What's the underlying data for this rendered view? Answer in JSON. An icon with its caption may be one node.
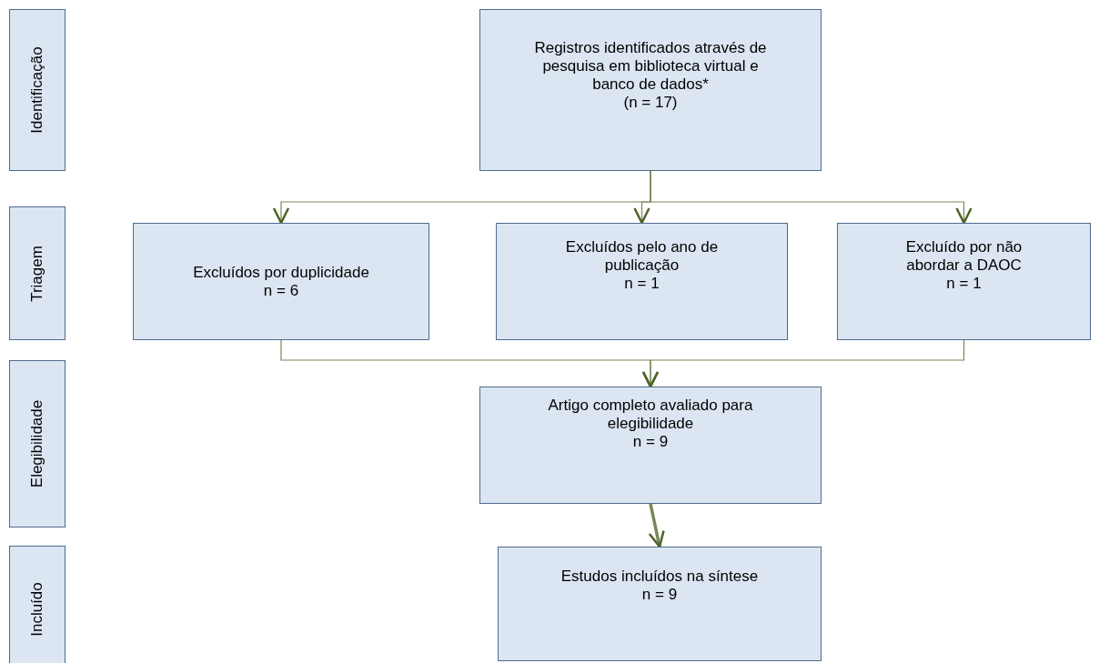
{
  "diagram": {
    "nodes": [
      {
        "text": [
          "Identificação"
        ]
      },
      {
        "text": [
          "Registros identificados através de pesquisa em biblioteca virtual e banco de dados*",
          "(n = 17)"
        ]
      },
      {
        "text": [
          "Triagem"
        ]
      },
      {
        "text": [
          "Excluídos por duplicidade",
          "n = 6"
        ]
      },
      {
        "text": [
          "Excluídos pelo ano de publicação",
          "n = 1"
        ]
      },
      {
        "text": [
          "Excluído por não abordar a DAOC",
          "n = 1"
        ]
      },
      {
        "text": [
          "Elegibilidade"
        ]
      },
      {
        "text": [
          "Artigo completo avaliado para elegibilidade",
          "n = 9"
        ]
      },
      {
        "text": [
          "Incluído"
        ]
      },
      {
        "text": [
          "Estudos incluídos na síntese",
          "n = 9"
        ]
      }
    ],
    "edges": [
      {
        "from": 1,
        "to": 3,
        "arrow": "to"
      },
      {
        "from": 1,
        "to": 4,
        "arrow": "to"
      },
      {
        "from": 1,
        "to": 5,
        "arrow": "to"
      },
      {
        "from": 3,
        "to": 7,
        "arrow": "to"
      },
      {
        "from": 5,
        "to": 7,
        "arrow": "to"
      },
      {
        "from": 7,
        "to": 9,
        "arrow": "to",
        "style": "thick"
      }
    ]
  }
}
